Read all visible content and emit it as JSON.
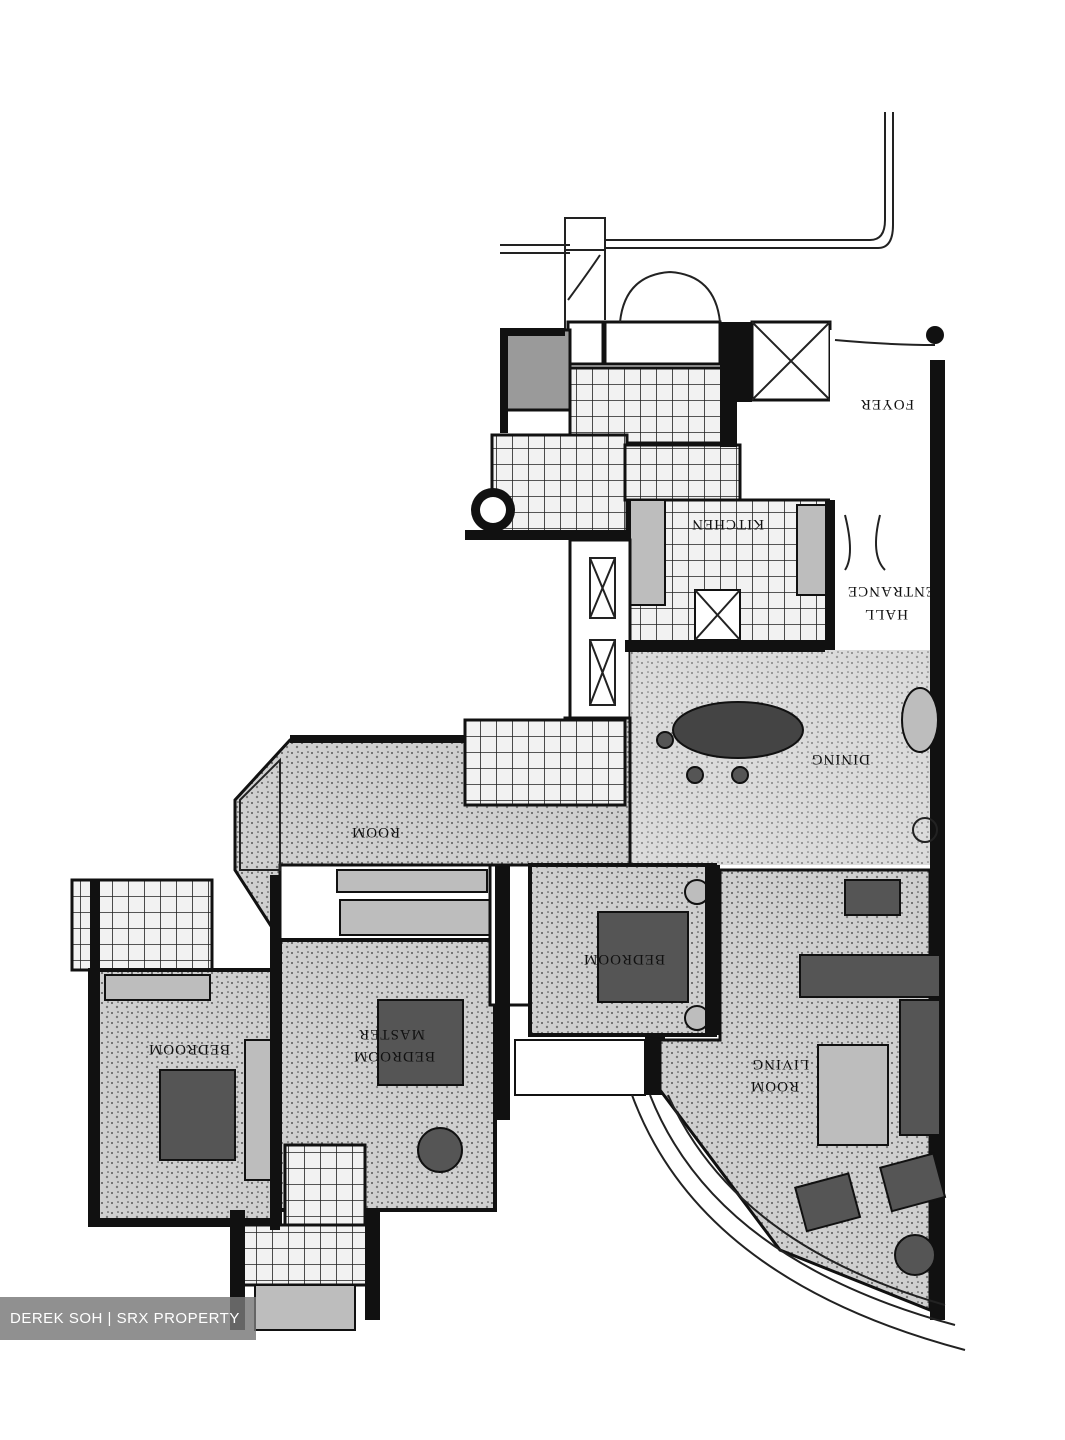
{
  "rooms": {
    "foyer": "FOYER",
    "entrance_hall_line1": "ENTRANCE",
    "entrance_hall_line2": "HALL",
    "kitchen": "KITCHEN",
    "dining": "DINING",
    "family_room": "ROOM",
    "bedroom_left": "BEDROOM",
    "master_line1": "MASTER",
    "master_line2": "BEDROOM",
    "bedroom_center": "BEDROOM",
    "living_line1": "LIVING",
    "living_line2": "ROOM"
  },
  "watermark": "DEREK SOH | SRX PROPERTY"
}
